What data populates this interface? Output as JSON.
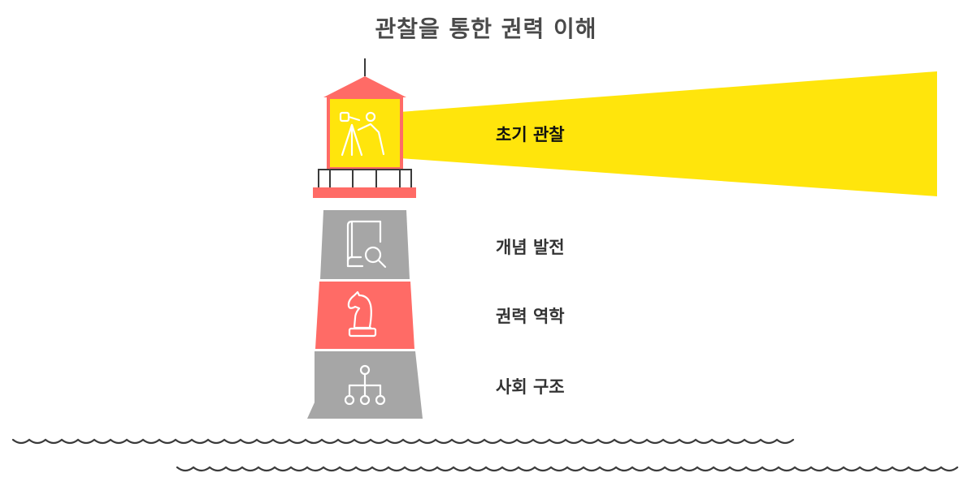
{
  "title": "관찰을 통한 권력 이해",
  "stages": [
    {
      "label": "초기 관찰",
      "icon": "observer-telescope-icon",
      "color": "#FFE50C"
    },
    {
      "label": "개념 발전",
      "icon": "book-search-icon",
      "color": "#A6A6A6"
    },
    {
      "label": "권력 역학",
      "icon": "chess-knight-icon",
      "color": "#FF6B66"
    },
    {
      "label": "사회 구조",
      "icon": "hierarchy-icon",
      "color": "#A6A6A6"
    }
  ],
  "colors": {
    "beam": "#FFE50C",
    "roof": "#FF6B66",
    "gallery": "#FF6B66",
    "waves": "#3A3A3A",
    "text": "#333333"
  }
}
